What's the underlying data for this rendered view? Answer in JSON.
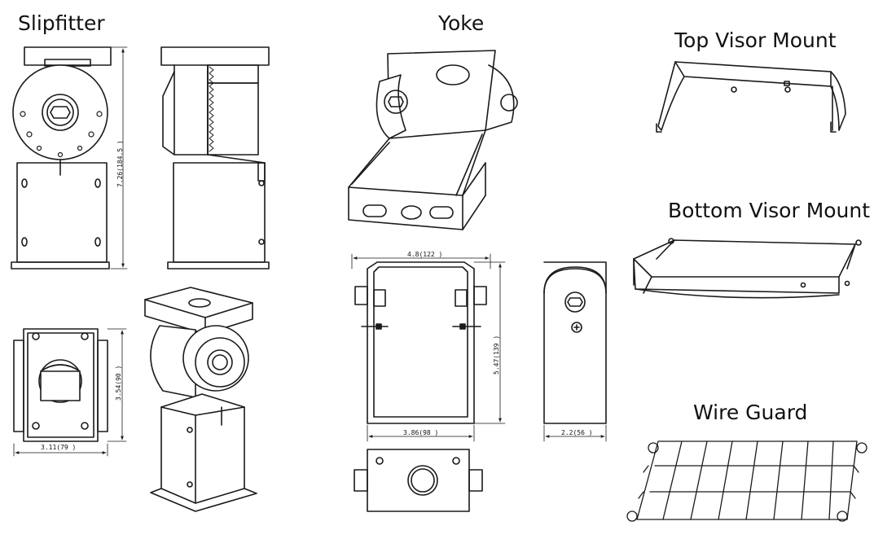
{
  "sections": {
    "slipfitter": {
      "title": "Slipfitter",
      "dims": {
        "height": "7.26(184.5 )",
        "width": "3.11(79 )",
        "depth": "3.54(90 )"
      }
    },
    "yoke": {
      "title": "Yoke",
      "dims": {
        "top_width": "4.8(122 )",
        "height": "5.47(139 )",
        "bottom_width": "3.86(98 )",
        "side_width": "2.2(56 )"
      }
    },
    "top_visor_mount": {
      "title": "Top Visor Mount"
    },
    "bottom_visor_mount": {
      "title": "Bottom Visor Mount"
    },
    "wire_guard": {
      "title": "Wire Guard"
    }
  },
  "colors": {
    "line": "#1a1a1a",
    "background": "#ffffff",
    "shade": "#e6e6e6"
  }
}
